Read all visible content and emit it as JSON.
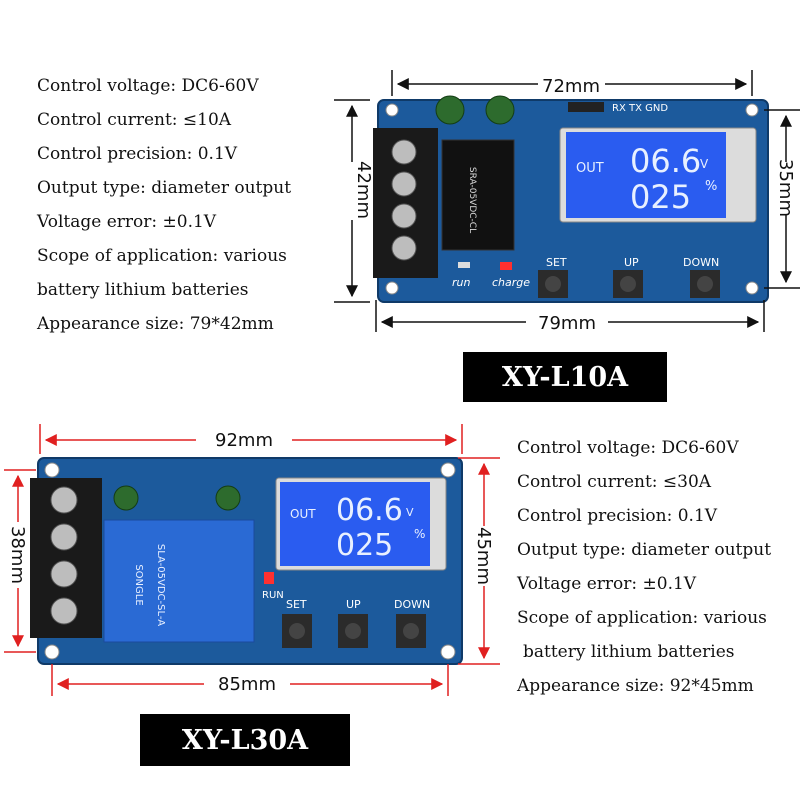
{
  "models": [
    {
      "name": "XY-L10A",
      "specs": [
        "Control voltage: DC6-60V",
        "Control current: ≤10A",
        "Control precision: 0.1V",
        "Output type: diameter output",
        "Voltage error: ±0.1V",
        "Scope of application: various",
        "battery lithium batteries",
        "Appearance size: 79*42mm"
      ],
      "dims": {
        "width_top": "72mm",
        "height_left": "42mm",
        "height_right": "35mm",
        "width_bottom": "79mm"
      },
      "board_labels": {
        "header": "RX TX GND",
        "relay": "SRA-05VDC-CL",
        "lcd_out": "OUT",
        "lcd_voltage": "06.6",
        "lcd_v": "V",
        "lcd_percent_value": "025",
        "lcd_percent": "%",
        "run": "run",
        "charge": "charge",
        "set": "SET",
        "up": "UP",
        "down": "DOWN"
      }
    },
    {
      "name": "XY-L30A",
      "specs": [
        "Control voltage: DC6-60V",
        "Control current: ≤30A",
        "Control precision: 0.1V",
        "Output type: diameter output",
        "Voltage error: ±0.1V",
        "Scope of application: various",
        "battery lithium batteries",
        "Appearance size: 92*45mm"
      ],
      "dims": {
        "width_top": "92mm",
        "height_left": "38mm",
        "height_right": "45mm",
        "width_bottom": "85mm"
      },
      "board_labels": {
        "relay_brand": "SONGLE",
        "relay_model": "SLA-05VDC-SL-A",
        "lcd_out": "OUT",
        "lcd_voltage": "06.6",
        "lcd_v": "V",
        "lcd_percent_value": "025",
        "lcd_percent": "%",
        "run": "RUN",
        "set": "SET",
        "up": "UP",
        "down": "DOWN"
      }
    }
  ],
  "colors": {
    "pcb": "#1c5a9c",
    "pcb_dark": "#123f72",
    "lcd": "#2a5cf0",
    "lcd_text": "#e8f0ff",
    "terminal": "#1a1a1a",
    "label_bg": "#000000"
  }
}
